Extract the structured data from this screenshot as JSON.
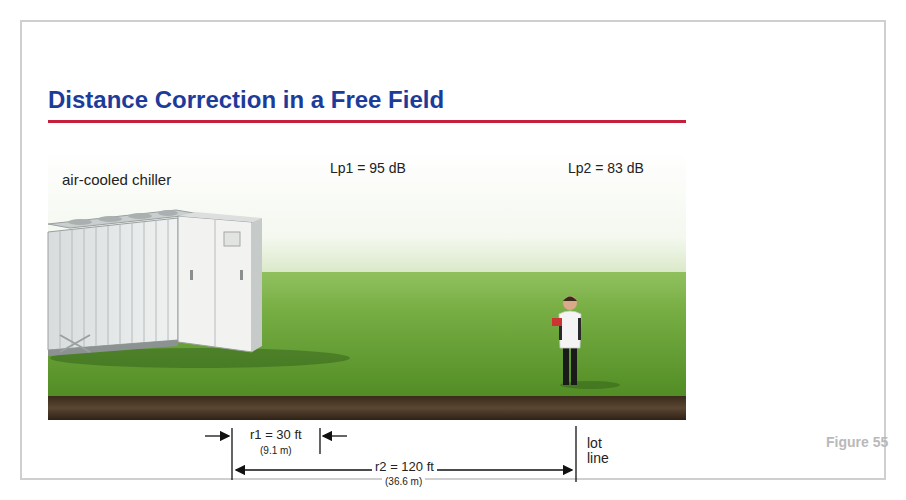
{
  "diagram": {
    "title": "Distance Correction in a Free Field",
    "labels": [
      "air-cooled chiller",
      "Lp1 = 95 dB",
      "Lp2 = 83 dB",
      "r1 = 30 ft",
      "(9.1 m)",
      "r2 = 120 ft",
      "(36.6 m)",
      "lot line",
      "Figure 55"
    ]
  }
}
